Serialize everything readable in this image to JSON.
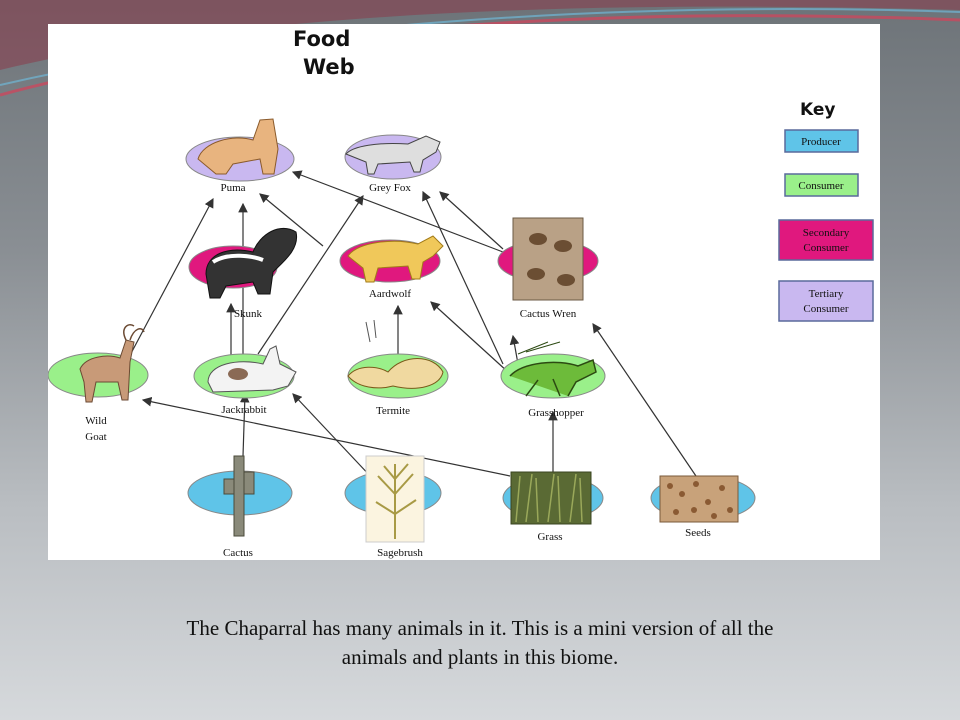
{
  "diagram": {
    "title_line1": "Food",
    "title_line2": "Web",
    "key": {
      "heading": "Key",
      "producer": "Producer",
      "consumer": "Consumer",
      "secondary_line1": "Secondary",
      "secondary_line2": "Consumer",
      "tertiary_line1": "Tertiary",
      "tertiary_line2": "Consumer"
    },
    "colors": {
      "producer": "#5fc4e8",
      "consumer": "#9af08a",
      "secondary": "#e0187e",
      "tertiary": "#c9b8f0"
    },
    "nodes": {
      "puma": "Puma",
      "grey_fox": "Grey Fox",
      "skunk": "Skunk",
      "aardwolf": "Aardwolf",
      "cactus_wren": "Cactus Wren",
      "wild_goat_line1": "Wild",
      "wild_goat_line2": "Goat",
      "jackrabbit": "Jackrabbit",
      "termite": "Termite",
      "grasshopper": "Grasshopper",
      "cactus": "Cactus",
      "sagebrush": "Sagebrush",
      "grass": "Grass",
      "seeds": "Seeds"
    }
  },
  "caption": {
    "line1": "The Chaparral has many animals in it. This is a mini version of all the",
    "line2": "animals and plants in this biome."
  }
}
